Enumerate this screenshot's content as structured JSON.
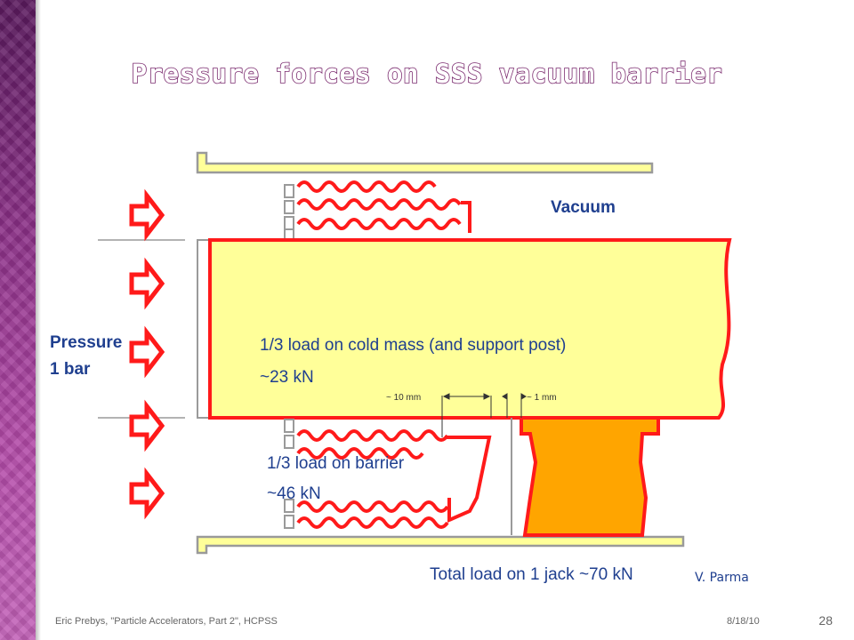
{
  "title": "Pressure forces on SSS vacuum barrier",
  "diagram": {
    "vacuum_label": "Vacuum",
    "pressure_label_line1": "Pressure",
    "pressure_label_line2": "1 bar",
    "cold_mass_load": "1/3 load on cold mass (and support post)",
    "cold_mass_value": "~23 kN",
    "barrier_load": "1/3 load on barrier",
    "barrier_value": "~46 kN",
    "total_load": "Total load on 1 jack ~70 kN",
    "credit": "V. Parma",
    "dim_10mm": "~ 10 mm",
    "dim_1mm": "~ 1 mm"
  },
  "colors": {
    "accent_purple": "#8a2f86",
    "diagram_red": "#ff1a1a",
    "cold_mass_fill": "#ffff99",
    "jack_fill": "#ffa500",
    "rail_fill": "#ffff99",
    "label_blue": "#1f3f8f"
  },
  "footer": {
    "author": "Eric Prebys, \"Particle Accelerators, Part 2\", HCPSS",
    "date": "8/18/10",
    "page": "28"
  }
}
